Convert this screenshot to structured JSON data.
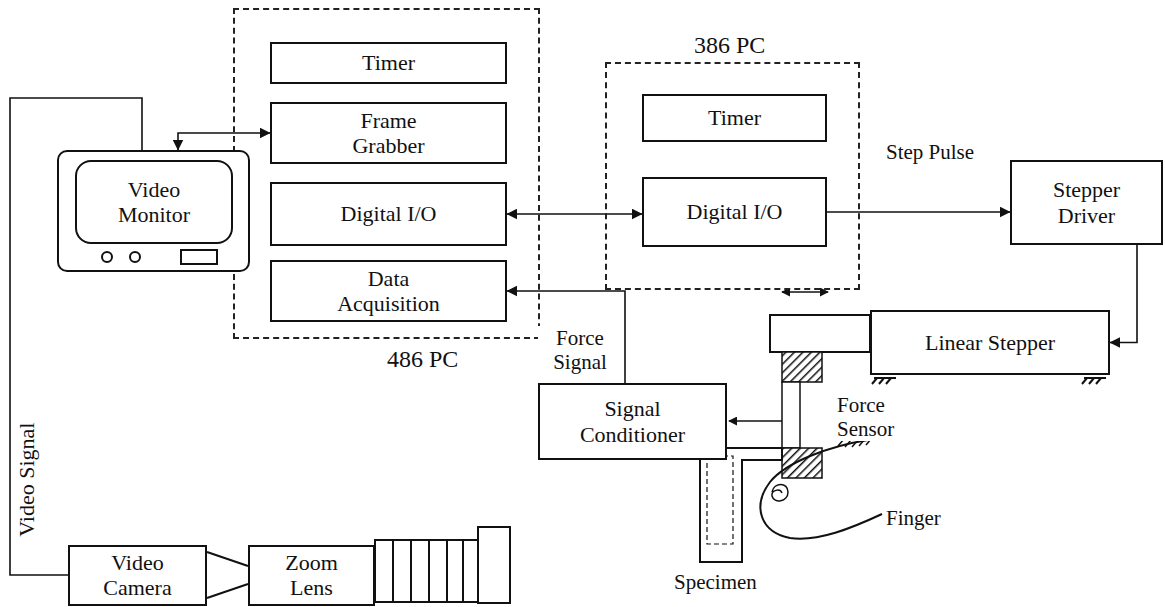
{
  "diagram": {
    "nodes": [
      {
        "text": [
          "486 PC"
        ]
      },
      {
        "text": [
          "Timer"
        ],
        "in": 0
      },
      {
        "text": [
          "Frame Grabber"
        ],
        "in": 0
      },
      {
        "text": [
          "Digital I/O"
        ],
        "in": 0
      },
      {
        "text": [
          "Data Acquisition"
        ],
        "in": 0
      },
      {
        "text": [
          "386 PC"
        ]
      },
      {
        "text": [
          "Timer"
        ],
        "in": 5
      },
      {
        "text": [
          "Digital I/O"
        ],
        "in": 5
      },
      {
        "text": [
          "Video Monitor"
        ]
      },
      {
        "text": [
          "Stepper Driver"
        ]
      },
      {
        "text": [
          "Linear Stepper"
        ]
      },
      {
        "text": [
          "Signal Conditioner"
        ]
      },
      {
        "text": [
          "Video Camera"
        ]
      },
      {
        "text": [
          "Zoom Lens"
        ]
      }
    ],
    "edges": [
      {
        "from": 2,
        "to": 8,
        "arrow": "both"
      },
      {
        "from": 3,
        "to": 7,
        "arrow": "both"
      },
      {
        "from": 7,
        "to": 9,
        "label": "Step Pulse",
        "arrow": "to"
      },
      {
        "from": 9,
        "to": 10,
        "arrow": "to"
      },
      {
        "from": 11,
        "to": 4,
        "label": "Force Signal",
        "arrow": "to"
      },
      {
        "from": 12,
        "to": 8,
        "arrow": "none"
      }
    ],
    "labels": [
      "Video Signal",
      "Force Sensor",
      "Finger",
      "Specimen"
    ]
  }
}
